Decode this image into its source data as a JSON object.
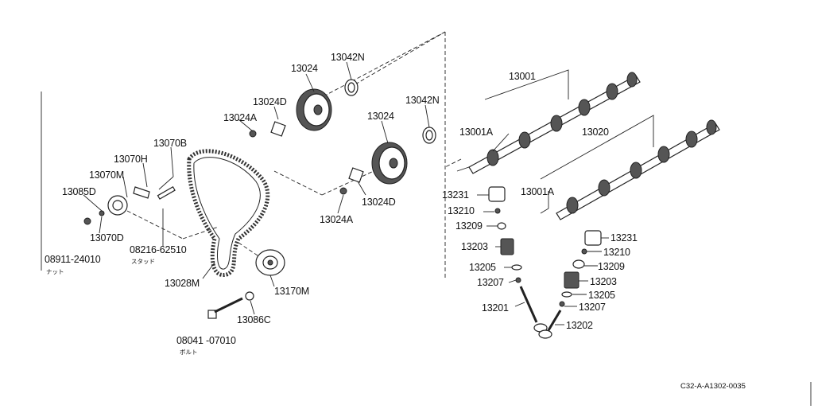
{
  "labels": {
    "l_13042n_a": "13042N",
    "l_13024_a": "13024",
    "l_13024d_a": "13024D",
    "l_13024a_a": "13024A",
    "l_13042n_b": "13042N",
    "l_13024_b": "13024",
    "l_13024d_b": "13024D",
    "l_13024a_b": "13024A",
    "l_13070b": "13070B",
    "l_13070h": "13070H",
    "l_13070m": "13070M",
    "l_13085d": "13085D",
    "l_13070d": "13070D",
    "l_08911": "08911-24010",
    "l_nut_jp": "ナット",
    "l_08216": "08216-62510",
    "l_stud_jp": "スタッド",
    "l_13028m": "13028M",
    "l_13170m": "13170M",
    "l_13086c": "13086C",
    "l_08041": "08041 -07010",
    "l_bolt_jp": "ボルト",
    "l_13001": "13001",
    "l_13001a_a": "13001A",
    "l_13020": "13020",
    "l_13001a_b": "13001A",
    "l_13231_a": "13231",
    "l_13210_a": "13210",
    "l_13209_a": "13209",
    "l_13203_a": "13203",
    "l_13205_a": "13205",
    "l_13207_a": "13207",
    "l_13201": "13201",
    "l_13231_b": "13231",
    "l_13210_b": "13210",
    "l_13209_b": "13209",
    "l_13203_b": "13203",
    "l_13205_b": "13205",
    "l_13207_b": "13207",
    "l_13202": "13202",
    "diagram_code": "C32-A-A1302-0035"
  }
}
